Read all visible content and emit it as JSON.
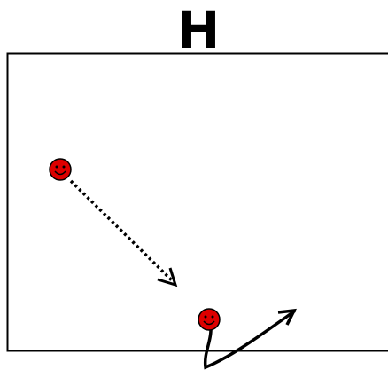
{
  "title": "H",
  "colors": {
    "background": "#ffffff",
    "frame": "#000000",
    "player_fill": "#dd0000",
    "player_outline": "#000000",
    "arrow": "#000000"
  },
  "players": [
    {
      "name": "player-1",
      "icon": "smiley-face-icon"
    },
    {
      "name": "player-2",
      "icon": "smiley-face-icon"
    }
  ],
  "arrows": [
    {
      "name": "dotted-arrow",
      "style": "dotted",
      "from": "player-1"
    },
    {
      "name": "curved-arrow",
      "style": "solid",
      "from": "player-2"
    }
  ]
}
